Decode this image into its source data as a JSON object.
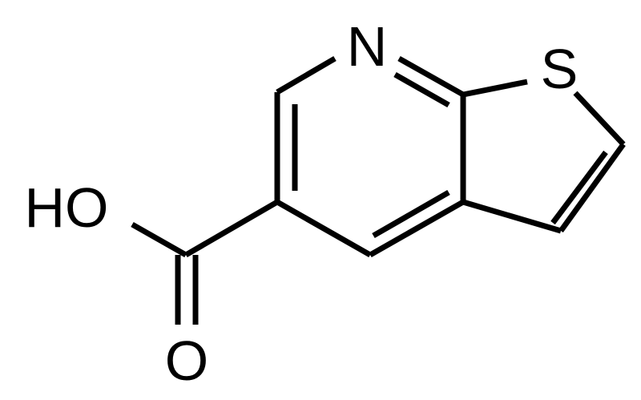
{
  "structure": {
    "atoms": {
      "nitrogen": "N",
      "sulfur": "S",
      "hydroxyl": "HO",
      "carbonyl_oxygen": "O"
    }
  },
  "colors": {
    "bond": "#000000",
    "label": "#000000",
    "background": "#ffffff"
  }
}
